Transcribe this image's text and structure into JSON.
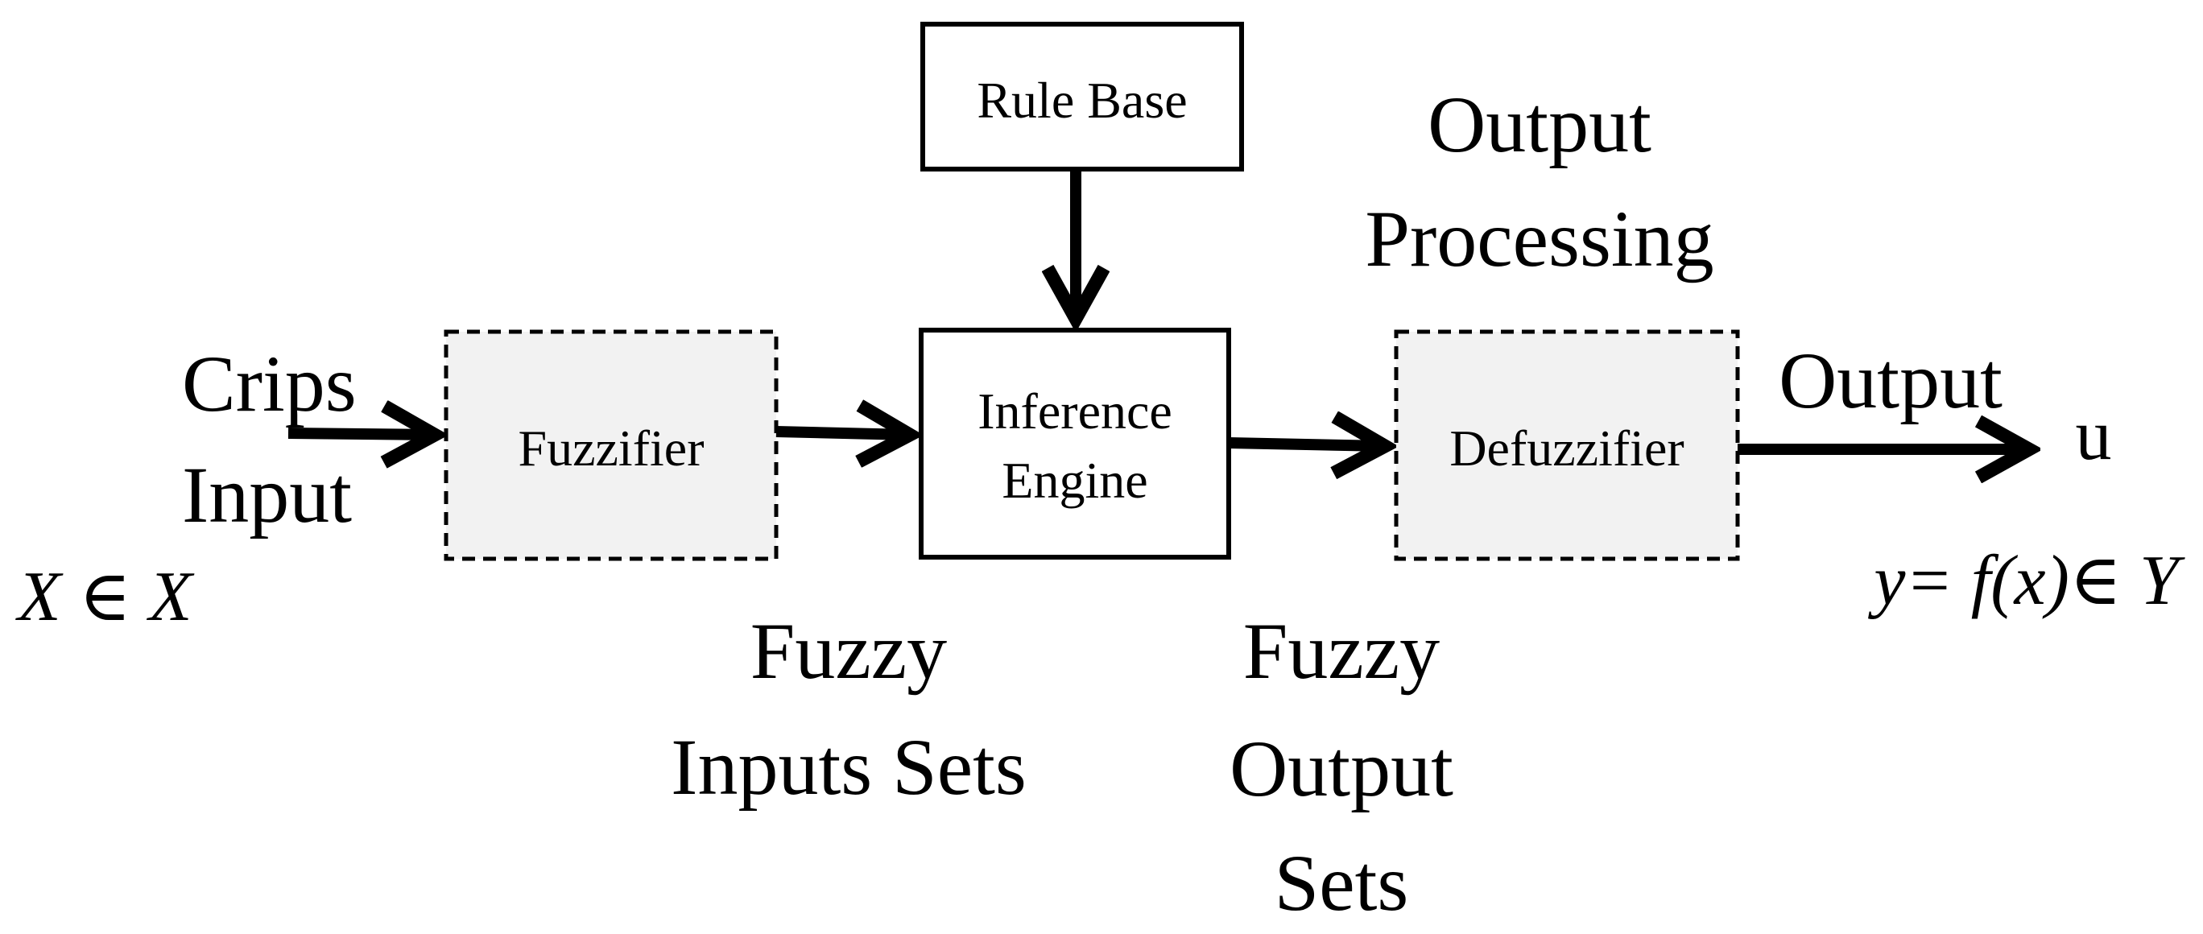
{
  "blocks": {
    "rule_base": "Rule Base",
    "fuzzifier": "Fuzzifier",
    "inference_line1": "Inference",
    "inference_line2": "Engine",
    "defuzzifier": "Defuzzifier"
  },
  "labels": {
    "crisp_line1": "Crips",
    "crisp_line2": "Input",
    "input_domain": "X ∈ X",
    "fuzzy_inputs_line1": "Fuzzy",
    "fuzzy_inputs_line2": "Inputs Sets",
    "fuzzy_output_line1": "Fuzzy",
    "fuzzy_output_line2": "Output",
    "fuzzy_output_line3": "Sets",
    "output_processing_line1": "Output",
    "output_processing_line2": "Processing",
    "output": "Output",
    "output_var": "u",
    "output_formula": "y= f(x)∈ Y"
  },
  "colors": {
    "stroke": "#000000",
    "dashed_fill": "#f2f2f2",
    "solid_fill": "#ffffff"
  }
}
